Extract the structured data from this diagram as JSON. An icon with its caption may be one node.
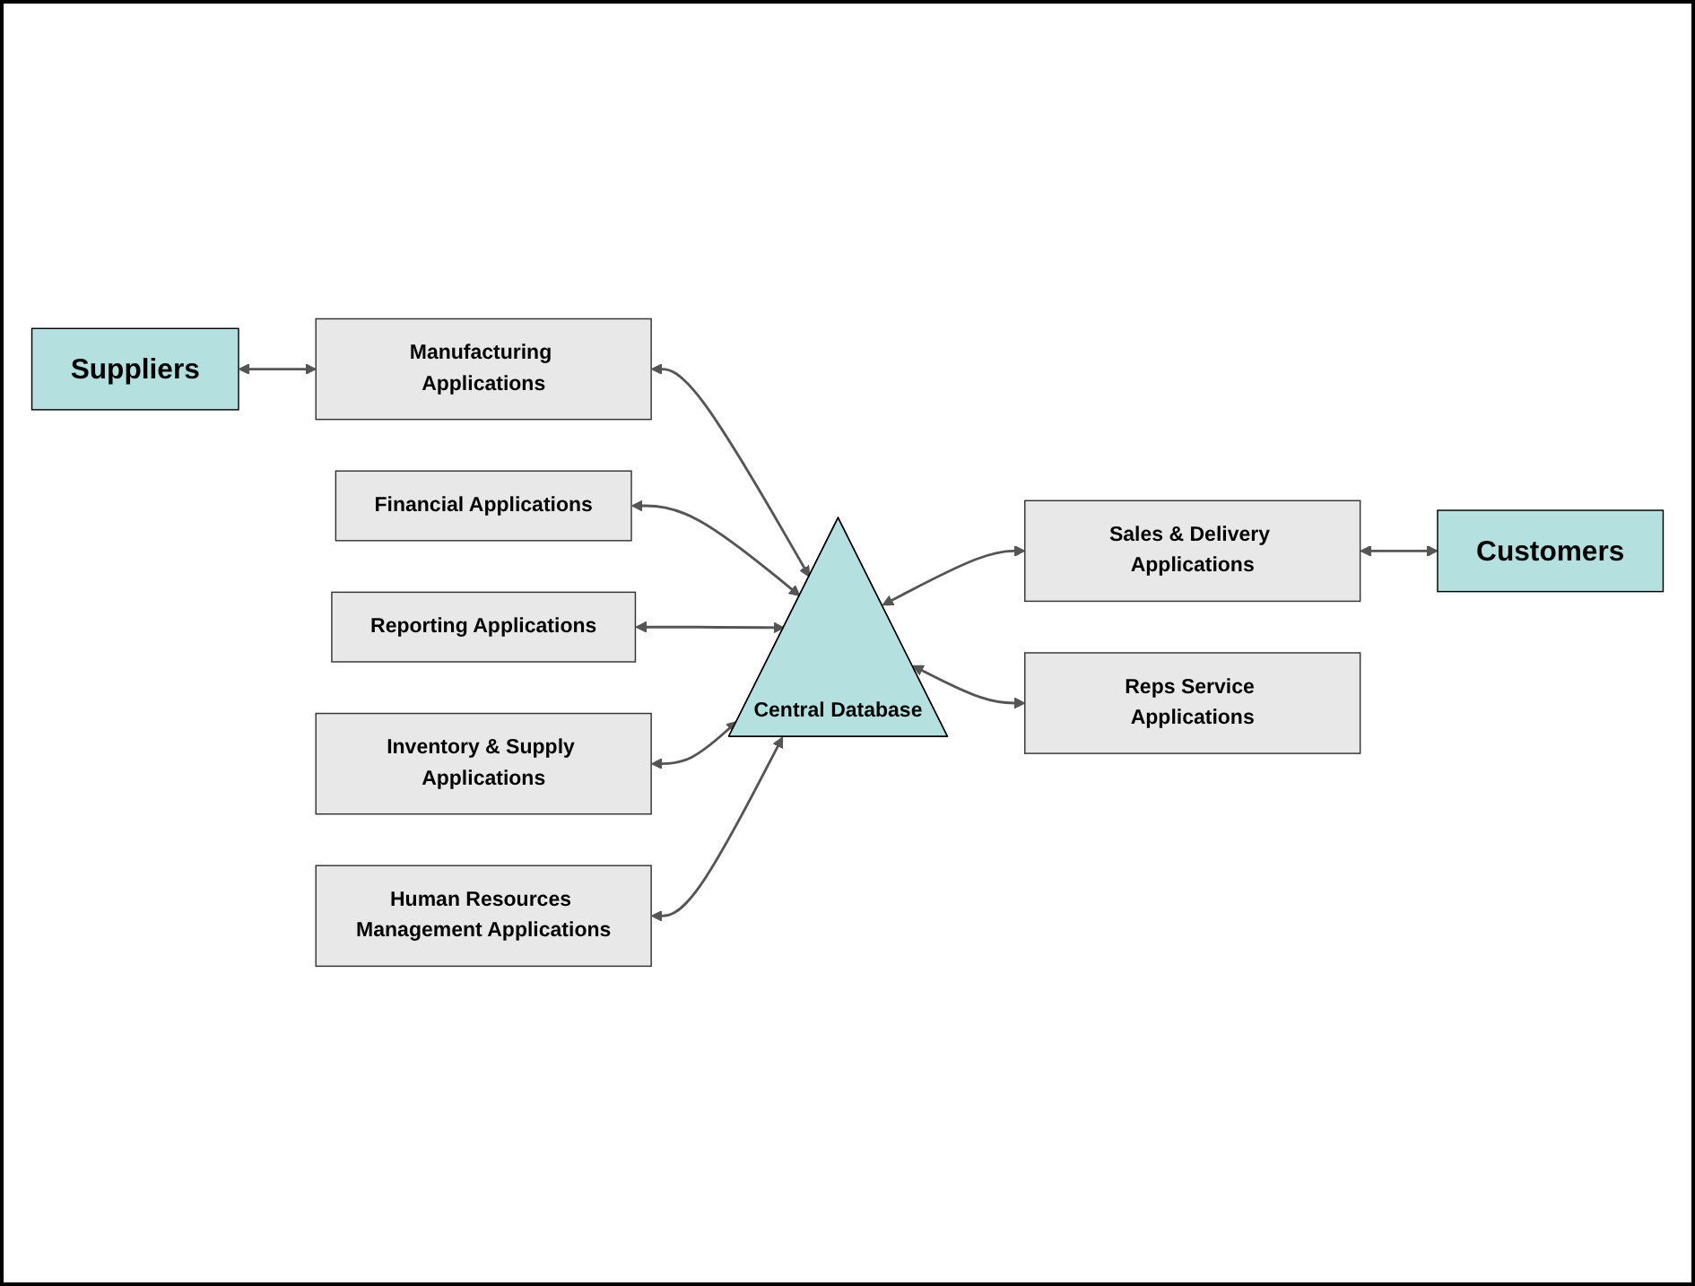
{
  "diagram": {
    "nodes": [
      {
        "text": [
          "Suppliers"
        ]
      },
      {
        "text": [
          "Reporting Applications"
        ]
      },
      {
        "text": [
          "Financial Applications"
        ]
      },
      {
        "text": [
          "Sales & Delivery Applications"
        ]
      },
      {
        "text": [
          "Customers"
        ]
      },
      {
        "text": [
          "Manufacturing Applications"
        ]
      },
      {
        "text": [
          "Central Database"
        ]
      },
      {
        "text": [
          "Reps Service Applications"
        ]
      },
      {
        "text": [
          "Inventory & Supply Applications"
        ]
      },
      {
        "text": [
          "Human Resources Management Applications"
        ]
      }
    ],
    "edges": [
      {
        "from": 0,
        "to": 5,
        "arrow": "both"
      },
      {
        "from": 5,
        "to": 6,
        "arrow": "both"
      },
      {
        "from": 2,
        "to": 6,
        "arrow": "both"
      },
      {
        "from": 1,
        "to": 6,
        "arrow": "both"
      },
      {
        "from": 6,
        "to": 3,
        "arrow": "both"
      },
      {
        "from": 3,
        "to": 4,
        "arrow": "both"
      },
      {
        "from": 6,
        "to": 7,
        "arrow": "both"
      },
      {
        "from": 8,
        "to": 6,
        "arrow": "both"
      },
      {
        "from": 9,
        "to": 6,
        "arrow": "both"
      }
    ]
  }
}
